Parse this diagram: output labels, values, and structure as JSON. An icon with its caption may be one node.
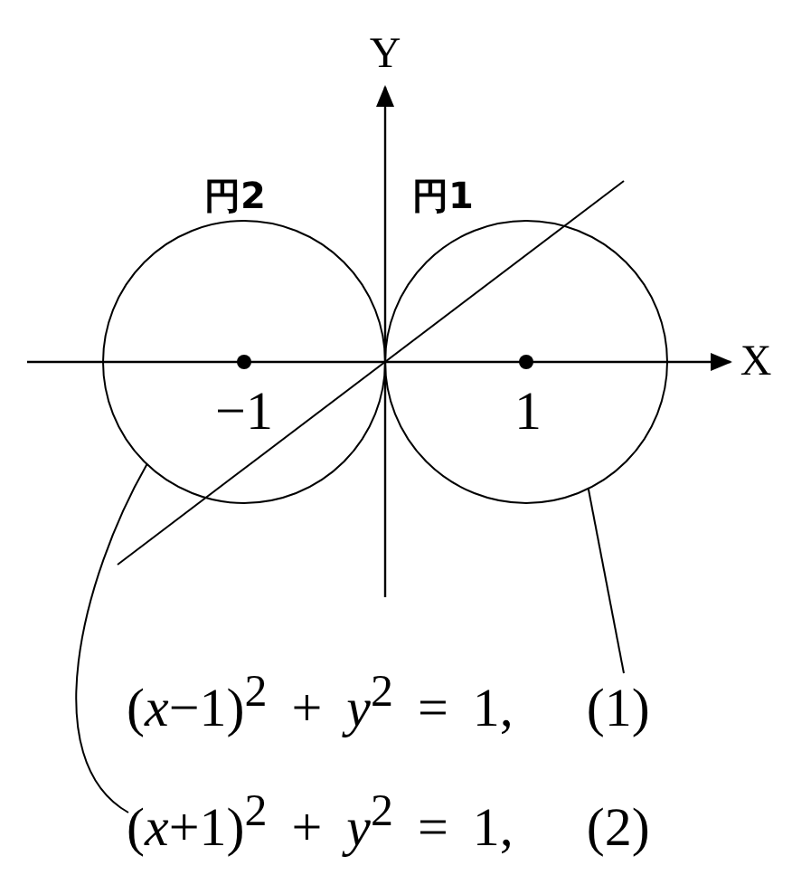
{
  "diagram": {
    "nodes": [
      {
        "text": [
          "円2"
        ]
      },
      {
        "text": [
          "円1"
        ]
      },
      {
        "text": [
          "(*x*−1)$^{2}$ + *y*$^{2}$ = 1,   (1)"
        ]
      },
      {
        "text": [
          "(*x*+1)$^{2}$ + *y*$^{2}$ = 1,   (2)"
        ]
      }
    ],
    "edges": [
      {
        "from": 2,
        "to": 1,
        "arrow": "none"
      },
      {
        "from": 3,
        "to": 0,
        "arrow": "none"
      }
    ],
    "labels": [
      "Y",
      "X",
      "−1",
      "1"
    ]
  }
}
